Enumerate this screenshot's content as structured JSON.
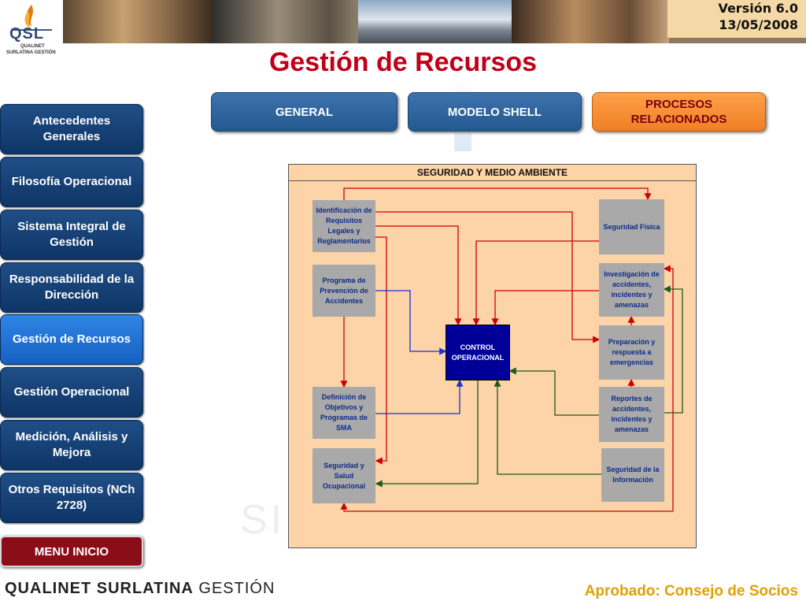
{
  "header": {
    "logo_text": "QSL",
    "logo_sub1": "QUALINET",
    "logo_sub2": "SURLATINA GESTIÓN",
    "version": "Versión 6.0",
    "date": "13/05/2008"
  },
  "page_title": "Gestión de Recursos",
  "sidebar": {
    "items": [
      {
        "label": "Antecedentes Generales"
      },
      {
        "label": "Filosofía Operacional"
      },
      {
        "label": "Sistema Integral de Gestión"
      },
      {
        "label": "Responsabilidad de la Dirección"
      },
      {
        "label": "Gestión de Recursos"
      },
      {
        "label": "Gestión Operacional"
      },
      {
        "label": "Medición, Análisis y  Mejora"
      },
      {
        "label": "Otros Requisitos (NCh 2728)"
      }
    ],
    "menu_inicio": "MENU INICIO"
  },
  "tabs": [
    {
      "label": "GENERAL"
    },
    {
      "label": "MODELO SHELL"
    },
    {
      "label": "PROCESOS RELACIONADOS"
    }
  ],
  "diagram": {
    "title": "SEGURIDAD Y MEDIO AMBIENTE",
    "boxes": {
      "identificacion": "Identificación de Requisitos Legales y Reglamentarios",
      "programa": "Programa de Prevención de Accidentes",
      "definicion": "Definición de Objetivos y Programas de SMA",
      "seg_salud": "Seguridad y Salud Ocupacional",
      "control": "CONTROL OPERACIONAL",
      "seg_fisica": "Seguridad Física",
      "investigacion": "Investigación de accidentes, incidentes y amenazas",
      "preparacion": "Preparación y respuesta a emergencias",
      "reportes": "Reportes de accidentes, incidentes y amenazas",
      "seg_info": "Seguridad de la Información"
    }
  },
  "watermark": "SI",
  "footer": {
    "brand_bold": "QUALINET SURLATINA",
    "brand_light": "GESTIÓN",
    "approved": "Aprobado: Consejo de Socios"
  },
  "colors": {
    "title_red": "#c00018",
    "sidebar_blue": "#0e3566",
    "sidebar_active": "#1560c0",
    "tab_orange": "#f07f22",
    "diagram_bg": "#fdd3a8",
    "control_navy": "#000099",
    "arrow_red": "#cc0000",
    "arrow_blue": "#1f2fd6",
    "arrow_green": "#1d5a1d",
    "approved_gold": "#e0a000"
  }
}
